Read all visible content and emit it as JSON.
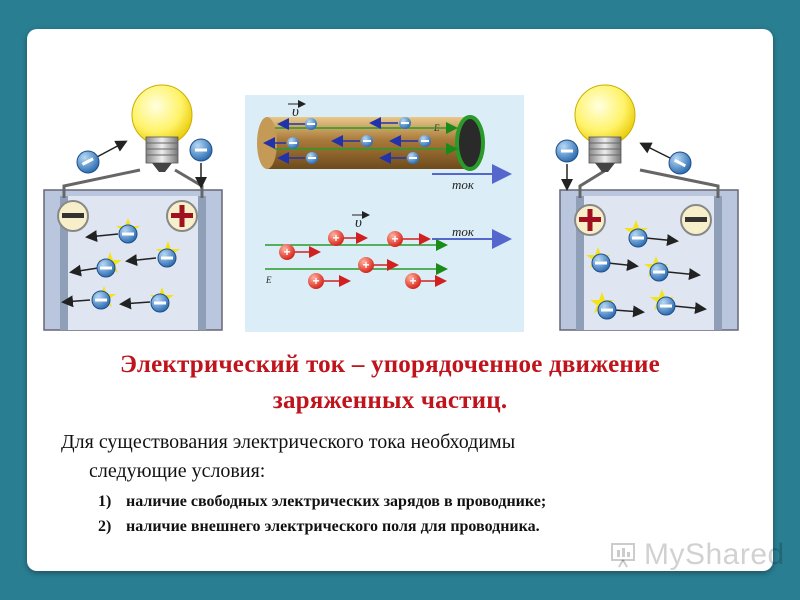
{
  "title": {
    "line1": "Электрический ток – упорядоченное движение",
    "line2": "заряженных частиц."
  },
  "body": {
    "line1": "Для существования электрического тока необходимы",
    "line2": "следующие условия:"
  },
  "conditions": [
    {
      "num": "1)",
      "text": "наличие свободных электрических зарядов в проводнике;"
    },
    {
      "num": "2)",
      "text": "наличие внешнего электрического поля для проводника."
    }
  ],
  "diagram": {
    "velocity_symbol": "υ",
    "field_symbol": "E",
    "current_label": "ток",
    "minus_sign": "−",
    "plus_sign": "+"
  },
  "watermark": "MyShared",
  "colors": {
    "background": "#2a7e92",
    "title": "#c0141c",
    "panel": "#dbeef7",
    "electrode_bg": "#e8eef6",
    "electron": "#3a7fc2",
    "ion": "#e23a2a",
    "field_line": "#2a9a2a",
    "current_arrow": "#5566cc"
  }
}
